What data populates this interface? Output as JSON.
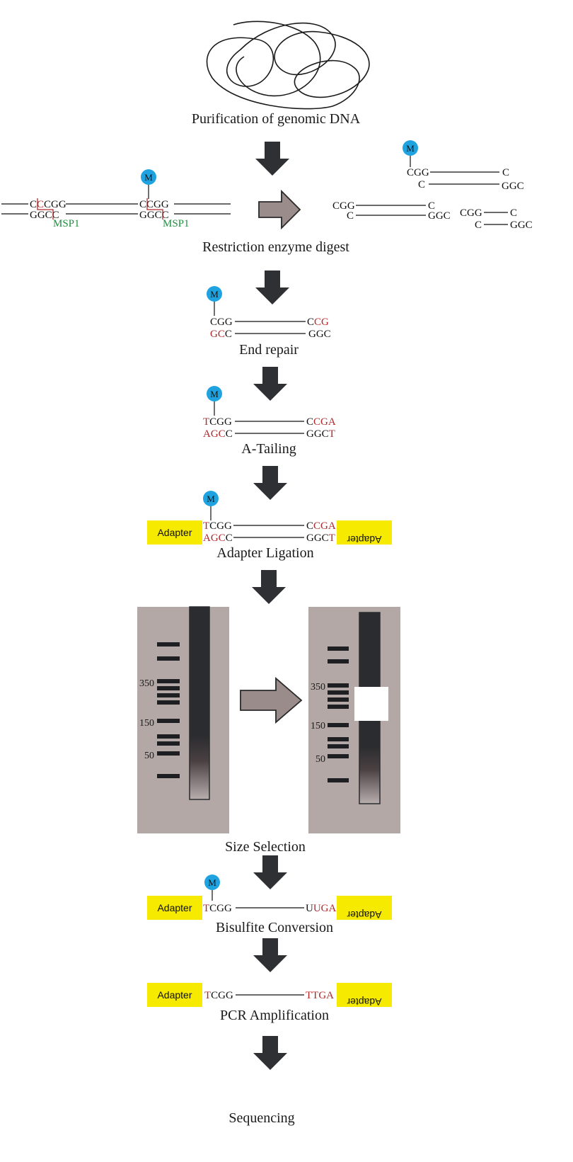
{
  "steps": {
    "purification": "Purification of genomic DNA",
    "restriction": "Restriction enzyme digest",
    "end_repair": "End repair",
    "a_tailing": "A-Tailing",
    "adapter_ligation": "Adapter Ligation",
    "size_selection": "Size Selection",
    "bisulfite": "Bisulfite Conversion",
    "pcr": "PCR Amplification",
    "sequencing": "Sequencing"
  },
  "labels": {
    "methyl": "M",
    "enzyme": "MSP1",
    "adapter": "Adapter"
  },
  "sequences": {
    "cgg": "CGG",
    "ccgg": "CCGG",
    "ggcc": "GGCC",
    "ggc": "GGC",
    "c": "C",
    "gc": "GC",
    "cg": "CG",
    "g": "G",
    "t": "T",
    "a": "A",
    "ag": "AG",
    "tcgg": "TCGG",
    "uuga": "UUGA",
    "u": "U",
    "uga": "UGA",
    "ttga": "TTGA"
  },
  "gel": {
    "markers": [
      "350",
      "150",
      "50"
    ]
  },
  "colors": {
    "arrow": "#2f3033",
    "open_arrow_fill": "#9a8c8a",
    "methyl_marker": "#1fa3e0",
    "adapter_box": "#f5ea00",
    "highlight_base": "#b0282a",
    "enzyme_label": "#1f8f3f",
    "gel_background": "#b3a8a6"
  }
}
